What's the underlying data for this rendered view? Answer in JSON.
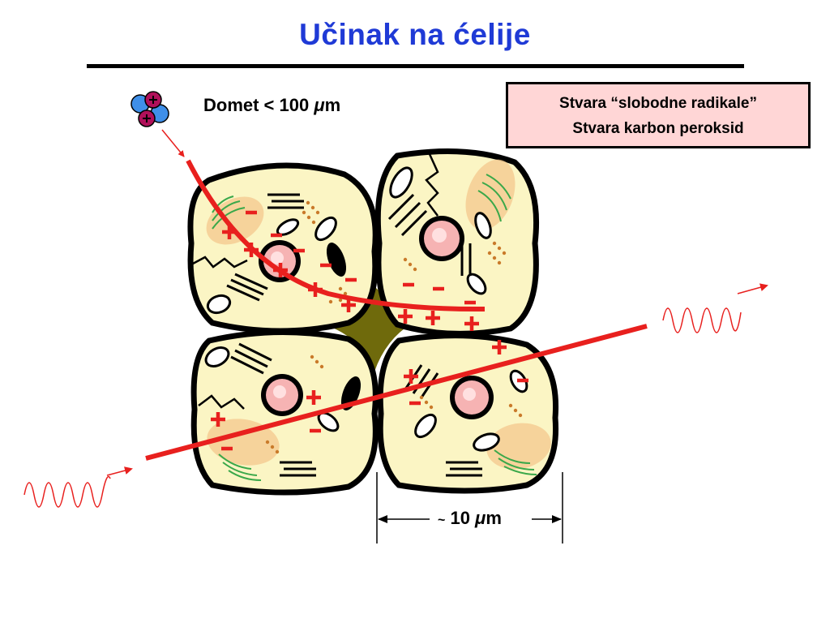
{
  "title": "Učinak na ćelije",
  "alpha_range": {
    "prefix": "Domet < 100 ",
    "mu": "μ",
    "unit": "m"
  },
  "effects": {
    "line1": "Stvara “slobodne radikale”",
    "line2": "Stvara karbon peroksid"
  },
  "scale": {
    "tilde": "~",
    "value": " 10 ",
    "mu": "μ",
    "unit": "m"
  },
  "colors": {
    "title": "#1f3ad6",
    "track": "#e8201e",
    "cell_fill": "#fbf5c4",
    "nucleus": "#f6b3b3",
    "intercellular": "#6f6a0c",
    "box_fill": "#ffd6d6",
    "proton": "#b0105a",
    "neutron": "#3f8fe8"
  },
  "icons": [
    "alpha-particle-icon",
    "wavy-photon-icon",
    "ion-plus-icon",
    "ion-minus-icon"
  ]
}
